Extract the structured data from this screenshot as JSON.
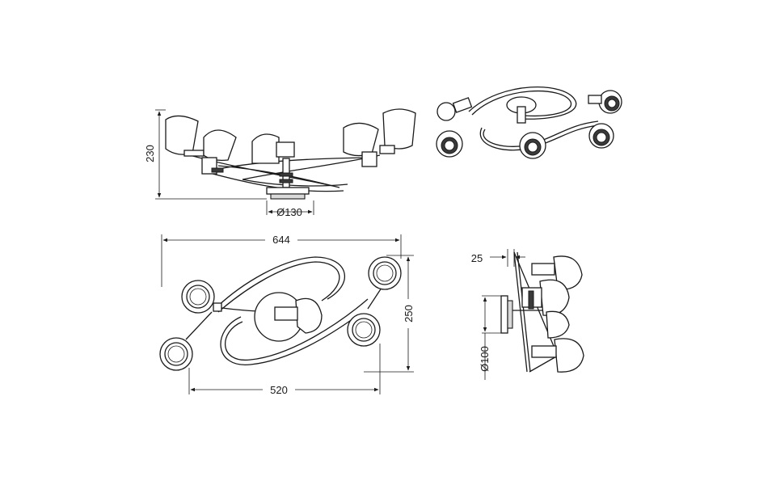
{
  "dimensions": {
    "front_height": "230",
    "front_base_diameter": "Ø130",
    "top_length": "644",
    "top_inner_length": "520",
    "top_depth": "250",
    "side_offset": "25",
    "side_base_diameter": "Ø100"
  }
}
